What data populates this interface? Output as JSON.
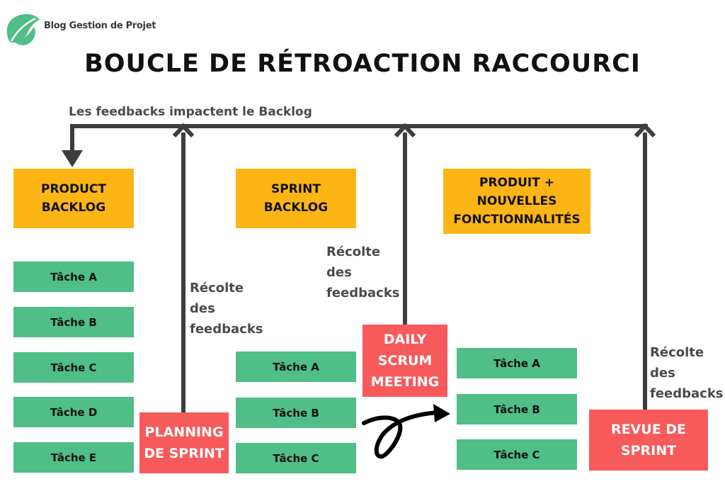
{
  "brand": {
    "name": "Blog Gestion de Projet",
    "logo_icon": "leaf-logo-icon",
    "color": "#4fbe87"
  },
  "title": "BOUCLE DE RÉTROACTION RACCOURCI",
  "loop_label": "Les feedbacks impactent le Backlog",
  "colors": {
    "orange": "#fdb515",
    "green": "#4fbe87",
    "red": "#f65a5b",
    "line": "#3d3d3d"
  },
  "columns": {
    "product_backlog": {
      "header": "PRODUCT\nBACKLOG",
      "tasks": [
        "Tâche A",
        "Tâche B",
        "Tâche C",
        "Tâche D",
        "Tâche E"
      ]
    },
    "sprint_backlog": {
      "header": "SPRINT\nBACKLOG",
      "tasks": [
        "Tâche A",
        "Tâche B",
        "Tâche C"
      ]
    },
    "product_features": {
      "header": "PRODUIT +\nNOUVELLES\nFONCTIONNALITÉS",
      "tasks": [
        "Tâche A",
        "Tâche B",
        "Tâche C"
      ]
    }
  },
  "events": {
    "planning": "PLANNING\nDE SPRINT",
    "daily": "DAILY\nSCRUM\nMEETING",
    "review": "REVUE DE\nSPRINT"
  },
  "notes": {
    "planning": "Récolte\ndes\nfeedbacks",
    "daily": "Récolte\ndes\nfeedbacks",
    "review": "Récolte\ndes\nfeedbacks"
  },
  "icons": [
    "leaf-logo-icon",
    "down-arrow-icon",
    "up-arrow-icon",
    "curly-arrow-icon"
  ]
}
